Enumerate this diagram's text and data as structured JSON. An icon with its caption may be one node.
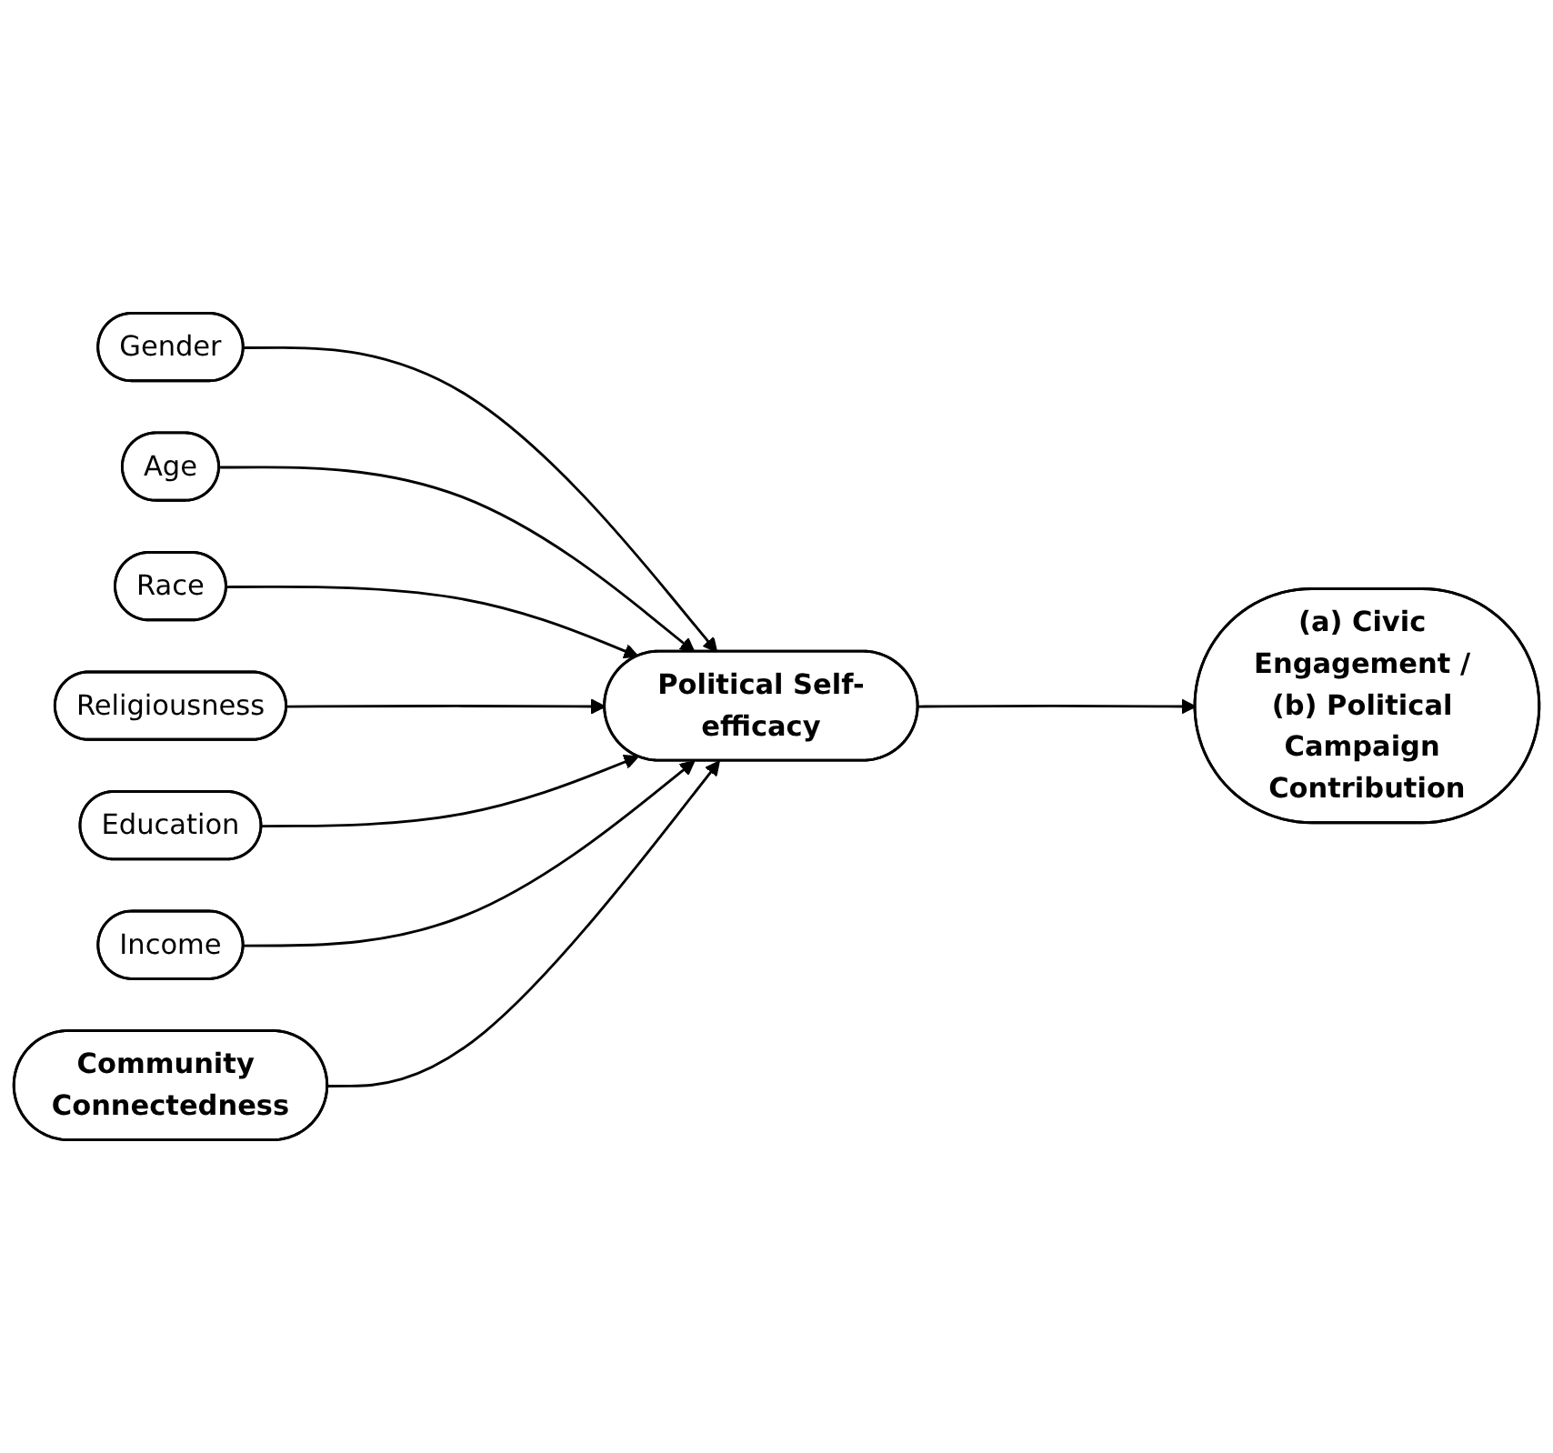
{
  "diagram": {
    "nodes": [
      {
        "text": [
          "Gender"
        ]
      },
      {
        "text": [
          "Age"
        ]
      },
      {
        "text": [
          "Race"
        ]
      },
      {
        "text": [
          "Religiousness"
        ]
      },
      {
        "text": [
          "Education"
        ]
      },
      {
        "text": [
          "Income"
        ]
      },
      {
        "text": [
          "Community Connectedness"
        ]
      },
      {
        "text": [
          "Political Self-efficacy"
        ]
      },
      {
        "text": [
          "(a) Civic Engagement / (b) Political Campaign Contribution"
        ]
      }
    ],
    "edges": [
      {
        "from": 0,
        "to": 7,
        "arrow": "to"
      },
      {
        "from": 1,
        "to": 7,
        "arrow": "to"
      },
      {
        "from": 2,
        "to": 7,
        "arrow": "to"
      },
      {
        "from": 3,
        "to": 7,
        "arrow": "to"
      },
      {
        "from": 4,
        "to": 7,
        "arrow": "to"
      },
      {
        "from": 5,
        "to": 7,
        "arrow": "to"
      },
      {
        "from": 6,
        "to": 7,
        "arrow": "to"
      },
      {
        "from": 7,
        "to": 8,
        "arrow": "to"
      }
    ]
  }
}
